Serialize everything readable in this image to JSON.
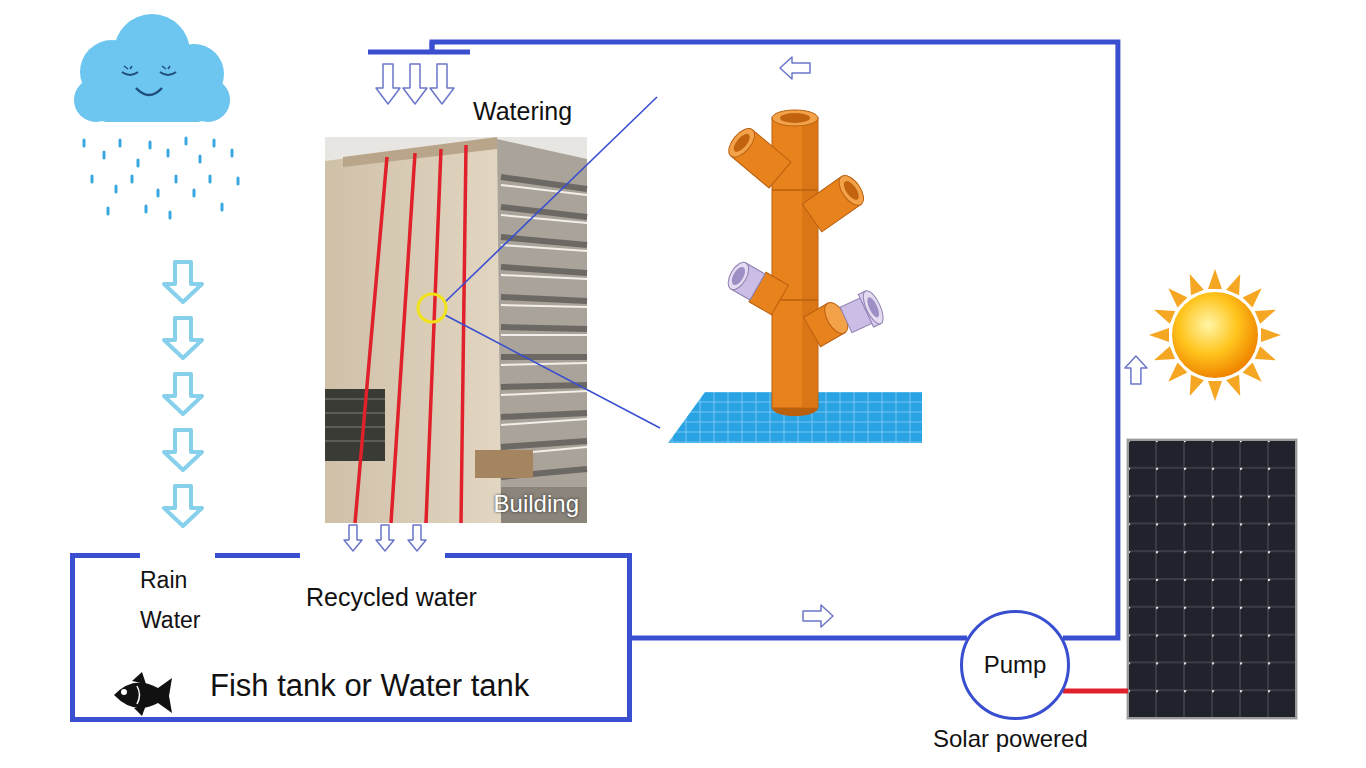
{
  "diagram": {
    "nodes": [
      {
        "text": [
          "Watering",
          "Building"
        ]
      },
      {
        "text": [
          "Fish tank or Water tank"
        ]
      },
      {
        "text": [
          "Pump",
          "Solar powered"
        ]
      }
    ],
    "edges": [
      {
        "from": 2,
        "to": 0,
        "arrow": "to"
      },
      {
        "from": 0,
        "to": 1,
        "arrow": "to"
      },
      {
        "from": 1,
        "to": 2,
        "arrow": "to"
      }
    ],
    "labels": [
      "Rain Water",
      "Recycled water"
    ]
  }
}
